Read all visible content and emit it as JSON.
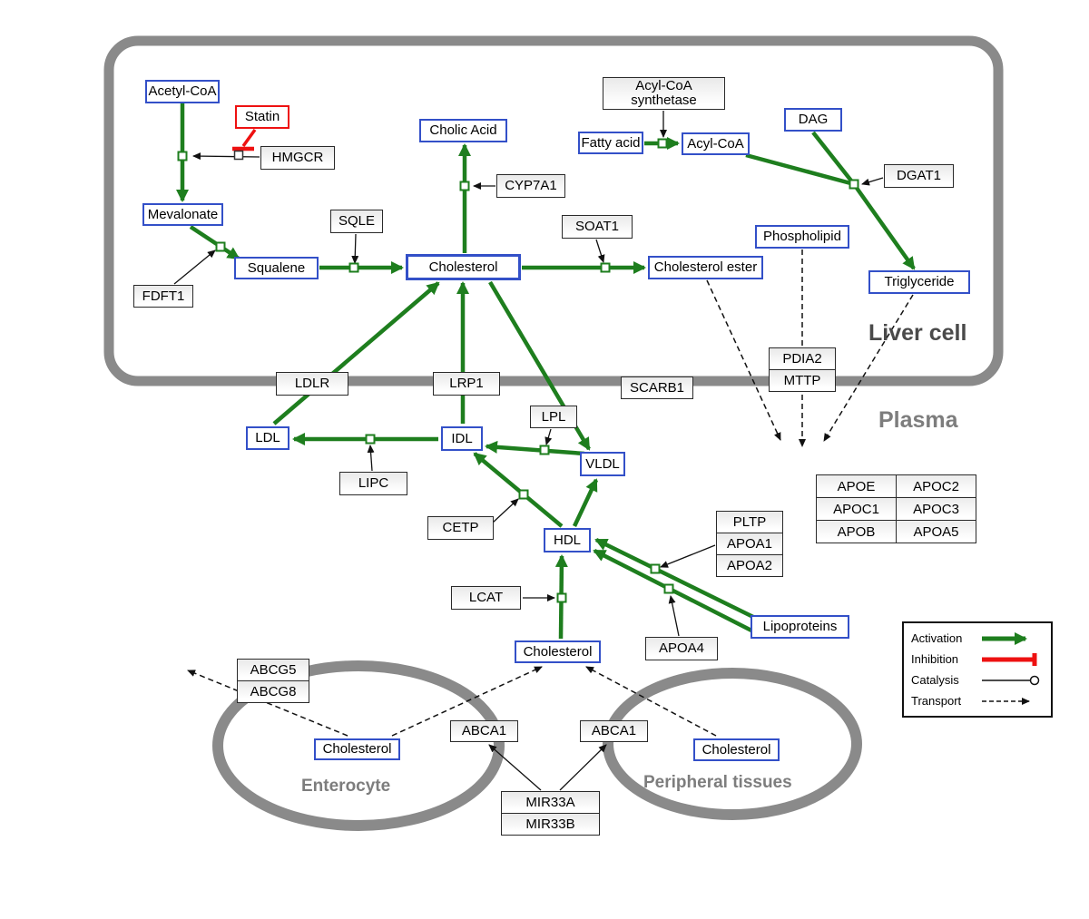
{
  "compartments": {
    "liver_cell": "Liver cell",
    "plasma": "Plasma",
    "enterocyte": "Enterocyte",
    "peripheral_tissues": "Peripheral tissues"
  },
  "nodes": {
    "acetyl_coa": "Acetyl-CoA",
    "mevalonate": "Mevalonate",
    "squalene": "Squalene",
    "cholesterol_liver": "Cholesterol",
    "cholic_acid": "Cholic Acid",
    "fatty_acid": "Fatty acid",
    "acyl_coa": "Acyl-CoA",
    "dag": "DAG",
    "phospholipid": "Phospholipid",
    "cholesterol_ester": "Cholesterol ester",
    "triglyceride": "Triglyceride",
    "ldl": "LDL",
    "idl": "IDL",
    "vldl": "VLDL",
    "hdl": "HDL",
    "cholesterol_plasma": "Cholesterol",
    "cholesterol_enterocyte": "Cholesterol",
    "cholesterol_peripheral": "Cholesterol",
    "lipoproteins": "Lipoproteins"
  },
  "proteins": {
    "statin": "Statin",
    "hmgcr": "HMGCR",
    "sqle": "SQLE",
    "fdft1": "FDFT1",
    "cyp7a1": "CYP7A1",
    "soat1": "SOAT1",
    "acs_line1": "Acyl-CoA",
    "acs_line2": "synthetase",
    "dgat1": "DGAT1",
    "pdia2": "PDIA2",
    "mttp": "MTTP",
    "ldlr": "LDLR",
    "lrp1": "LRP1",
    "scarb1": "SCARB1",
    "lpl": "LPL",
    "lipc": "LIPC",
    "cetp": "CETP",
    "lcat": "LCAT",
    "pltp": "PLTP",
    "apoa1": "APOA1",
    "apoa2": "APOA2",
    "apoa4": "APOA4",
    "abcg5": "ABCG5",
    "abcg8": "ABCG8",
    "abca1_enterocyte": "ABCA1",
    "abca1_peripheral": "ABCA1",
    "mir33a": "MIR33A",
    "mir33b": "MIR33B"
  },
  "apo_table": {
    "cells": [
      [
        "APOE",
        "APOC2"
      ],
      [
        "APOC1",
        "APOC3"
      ],
      [
        "APOB",
        "APOA5"
      ]
    ]
  },
  "legend": {
    "activation": "Activation",
    "inhibition": "Inhibition",
    "catalysis": "Catalysis",
    "transport": "Transport"
  },
  "colors": {
    "activation_green": "#1e7e1e",
    "inhibition_red": "#ee1111",
    "metabolite_border_blue": "#3350c8",
    "membrane_gray": "#8a8a8a"
  }
}
